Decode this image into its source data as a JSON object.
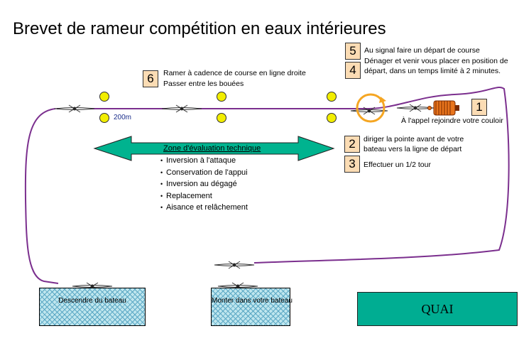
{
  "title": "Brevet de rameur compétition en eaux intérieures",
  "steps": [
    {
      "number": "1",
      "text": "À l'appel rejoindre votre couloir"
    },
    {
      "number": "2",
      "text_line1": "diriger la pointe avant de votre",
      "text_line2": "bateau vers la ligne de départ"
    },
    {
      "number": "3",
      "text": "Effectuer un 1/2 tour"
    },
    {
      "number": "4",
      "text_line1": "Dénager et venir vous placer en position de",
      "text_line2": "départ, dans un temps limité à 2 minutes."
    },
    {
      "number": "5",
      "text": "Au signal faire un départ de course"
    },
    {
      "number": "6",
      "text_line1": "Ramer à cadence de course en ligne droite",
      "text_line2": "Passer entre les bouées"
    }
  ],
  "distance_label": "200m",
  "zone": {
    "title": "Zone d'évaluation technique",
    "items": [
      "Inversion à l'attaque",
      "Conservation de l'appui",
      "Inversion au dégagé",
      "Replacement",
      "Aisance et relâchement"
    ]
  },
  "pontoons": {
    "left": "Descendre du bateau",
    "middle": "Monter dans votre bateau"
  },
  "quai": "QUAI",
  "colors": {
    "path": "#7b2f8e",
    "buoy": "#f2ee00",
    "zone_arrow": "#00b38f",
    "number_box": "#fbdcb4",
    "turn_circle": "#f5a623",
    "quai": "#00ad92"
  }
}
